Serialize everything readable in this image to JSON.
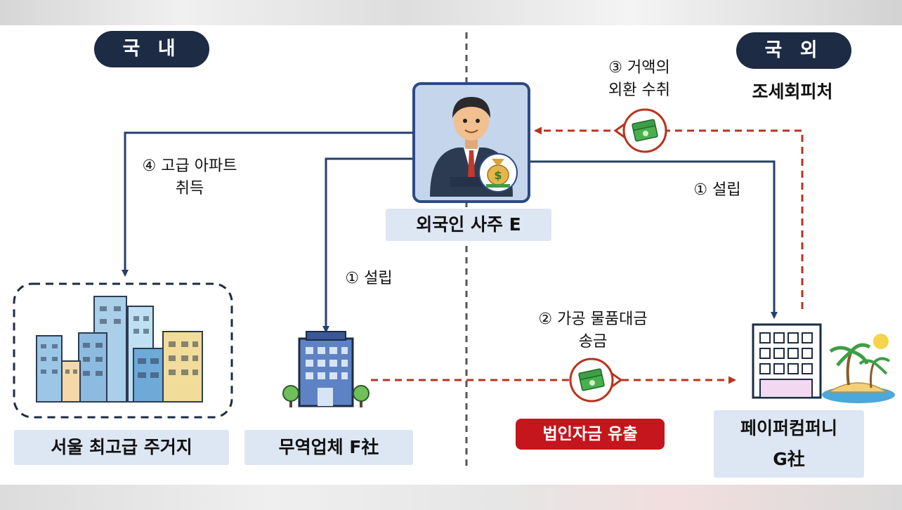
{
  "regions": {
    "domestic": "국 내",
    "overseas": "국 외",
    "haven": "조세회피처"
  },
  "entities": {
    "owner": "외국인 사주 E",
    "trading_company": "무역업체 F社",
    "seoul_housing": "서울 최고급 주거지",
    "paper_company_line1": "페이퍼컴퍼니",
    "paper_company_line2": "G社"
  },
  "steps": {
    "step1_left": "① 설립",
    "step1_right": "① 설립",
    "step2_line1": "② 가공 물품대금",
    "step2_line2": "송금",
    "step3_line1": "③ 거액의",
    "step3_line2": "외환 수취",
    "step4_line1": "④ 고급 아파트",
    "step4_line2": "취득"
  },
  "outflow_badge": "법인자금 유출",
  "icons": [
    "businessman-icon",
    "money-bag-icon",
    "city-buildings-icon",
    "office-building-icon",
    "tree-icon",
    "island-palm-icon",
    "cash-bundle-icon"
  ],
  "colors": {
    "navy": "#1d2b44",
    "flow_blue": "#253f6e",
    "flow_red": "#b8341f",
    "outflow_red": "#c4161c",
    "box_blue": "#dde6f3"
  }
}
